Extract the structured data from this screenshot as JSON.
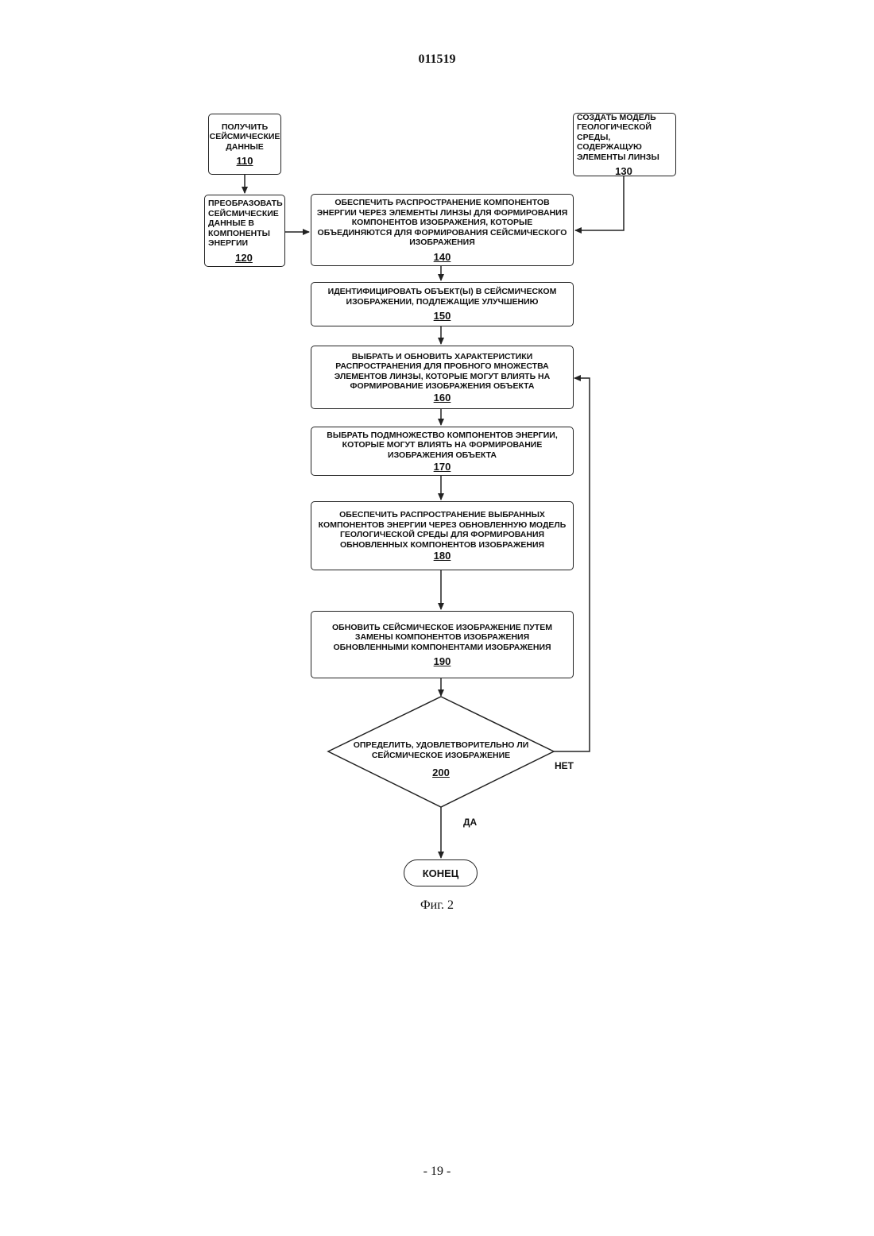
{
  "header": {
    "doc_number": "011519"
  },
  "flowchart": {
    "steps": [
      {
        "text": "ПОЛУЧИТЬ СЕЙСМИЧЕСКИЕ ДАННЫЕ",
        "number": "110"
      },
      {
        "text": "ПРЕОБРАЗОВАТЬ СЕЙСМИЧЕСКИЕ ДАННЫЕ В КОМПОНЕНТЫ ЭНЕРГИИ",
        "number": "120"
      },
      {
        "text": "СОЗДАТЬ МОДЕЛЬ ГЕОЛОГИЧЕСКОЙ СРЕДЫ, СОДЕРЖАЩУЮ ЭЛЕМЕНТЫ ЛИНЗЫ",
        "number": "130"
      },
      {
        "text": "ОБЕСПЕЧИТЬ РАСПРОСТРАНЕНИЕ КОМПОНЕНТОВ ЭНЕРГИИ ЧЕРЕЗ ЭЛЕМЕНТЫ ЛИНЗЫ ДЛЯ ФОРМИРОВАНИЯ КОМПОНЕНТОВ ИЗОБРАЖЕНИЯ, КОТОРЫЕ ОБЪЕДИНЯЮТСЯ ДЛЯ ФОРМИРОВАНИЯ СЕЙСМИЧЕСКОГО ИЗОБРАЖЕНИЯ",
        "number": "140"
      },
      {
        "text": "ИДЕНТИФИЦИРОВАТЬ ОБЪЕКТ(Ы) В СЕЙСМИЧЕСКОМ ИЗОБРАЖЕНИИ, ПОДЛЕЖАЩИЕ УЛУЧШЕНИЮ",
        "number": "150"
      },
      {
        "text": "ВЫБРАТЬ И ОБНОВИТЬ ХАРАКТЕРИСТИКИ РАСПРОСТРАНЕНИЯ ДЛЯ ПРОБНОГО МНОЖЕСТВА ЭЛЕМЕНТОВ ЛИНЗЫ, КОТОРЫЕ МОГУТ ВЛИЯТЬ НА ФОРМИРОВАНИЕ ИЗОБРАЖЕНИЯ ОБЪЕКТА",
        "number": "160"
      },
      {
        "text": "ВЫБРАТЬ ПОДМНОЖЕСТВО КОМПОНЕНТОВ ЭНЕРГИИ, КОТОРЫЕ МОГУТ ВЛИЯТЬ НА ФОРМИРОВАНИЕ ИЗОБРАЖЕНИЯ ОБЪЕКТА",
        "number": "170"
      },
      {
        "text": "ОБЕСПЕЧИТЬ РАСПРОСТРАНЕНИЕ ВЫБРАННЫХ КОМПОНЕНТОВ ЭНЕРГИИ ЧЕРЕЗ ОБНОВЛЕННУЮ МОДЕЛЬ ГЕОЛОГИЧЕСКОЙ СРЕДЫ ДЛЯ ФОРМИРОВАНИЯ ОБНОВЛЕННЫХ КОМПОНЕНТОВ ИЗОБРАЖЕНИЯ",
        "number": "180"
      },
      {
        "text": "ОБНОВИТЬ СЕЙСМИЧЕСКОЕ ИЗОБРАЖЕНИЕ ПУТЕМ ЗАМЕНЫ КОМПОНЕНТОВ ИЗОБРАЖЕНИЯ ОБНОВЛЕННЫМИ КОМПОНЕНТАМИ ИЗОБРАЖЕНИЯ",
        "number": "190"
      }
    ],
    "decision": {
      "text": "ОПРЕДЕЛИТЬ, УДОВЛЕТВОРИТЕЛЬНО ЛИ СЕЙСМИЧЕСКОЕ ИЗОБРАЖЕНИЕ",
      "number": "200"
    },
    "no_label": "НЕТ",
    "yes_label": "ДА",
    "end_label": "КОНЕЦ"
  },
  "footer": {
    "caption": "Фиг. 2",
    "page_number": "- 19 -"
  }
}
